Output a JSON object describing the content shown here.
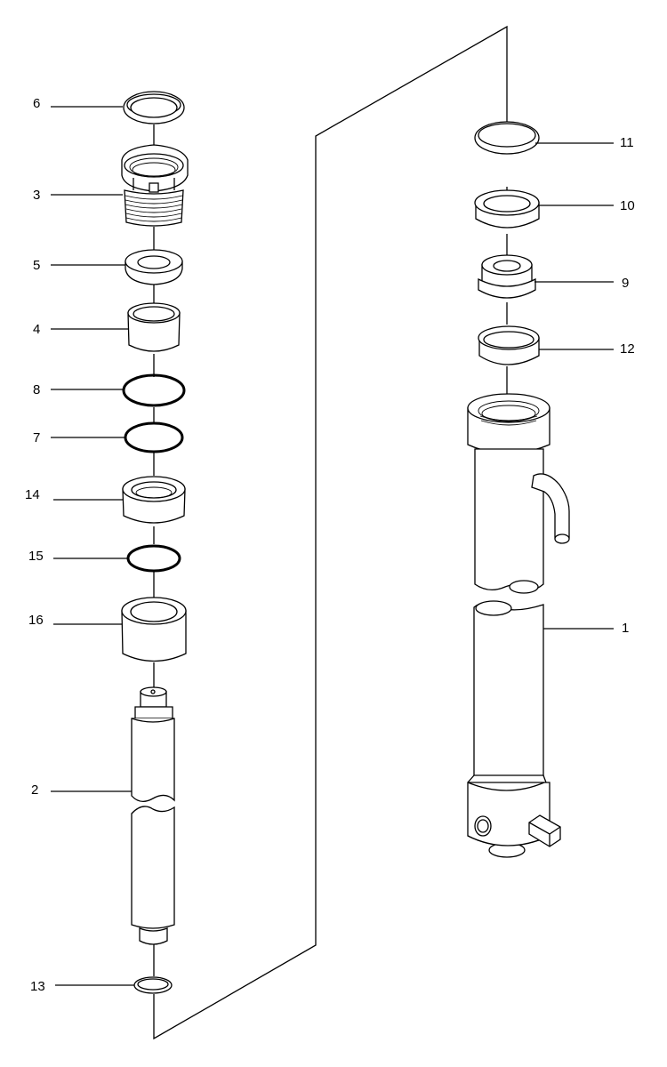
{
  "diagram": {
    "callouts": {
      "c6": "6",
      "c3": "3",
      "c5": "5",
      "c4": "4",
      "c8": "8",
      "c7": "7",
      "c14": "14",
      "c15": "15",
      "c16": "16",
      "c2": "2",
      "c13": "13",
      "c11": "11",
      "c10": "10",
      "c9": "9",
      "c12": "12",
      "c1": "1"
    }
  }
}
